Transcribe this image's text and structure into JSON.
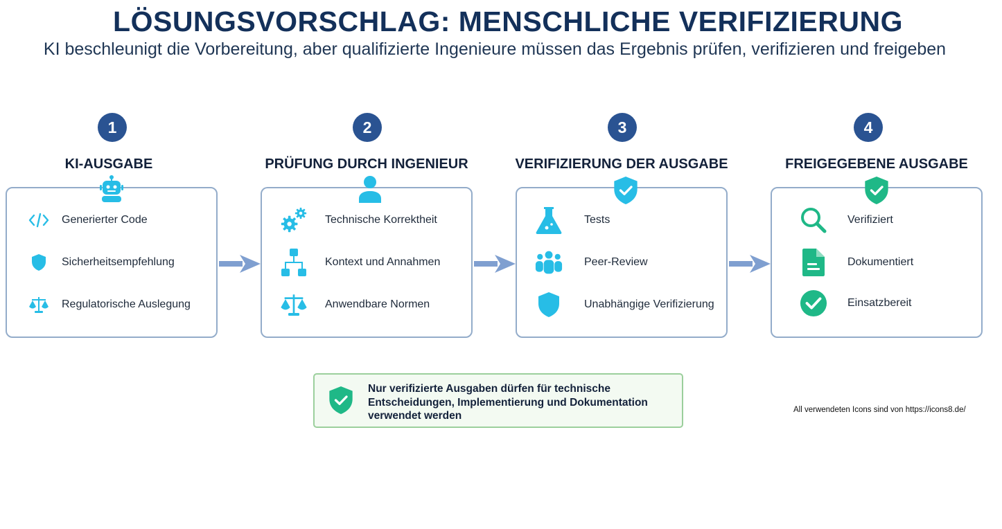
{
  "title": "LÖSUNGSVORSCHLAG: MENSCHLICHE VERIFIZIERUNG",
  "subtitle": "KI beschleunigt die Vorbereitung, aber qualifizierte Ingenieure müssen das Ergebnis prüfen, verifizieren und freigeben",
  "colors": {
    "title": "#13305a",
    "step_circle": "#2a5392",
    "icon_blue": "#27bde6",
    "icon_green": "#1fb887",
    "arrow": "#7f9fd0",
    "card_border": "#93acca"
  },
  "steps": [
    {
      "number": "1",
      "title": "KI-AUSGABE",
      "badge_icon": "robot-icon",
      "items": [
        {
          "label": "Generierter Code",
          "icon": "code-icon"
        },
        {
          "label": "Sicherheitsempfehlung",
          "icon": "shield-icon"
        },
        {
          "label": "Regulatorische Auslegung",
          "icon": "scales-icon"
        }
      ]
    },
    {
      "number": "2",
      "title": "PRÜFUNG DURCH INGENIEUR",
      "badge_icon": "person-icon",
      "items": [
        {
          "label": "Technische Korrektheit",
          "icon": "gears-icon"
        },
        {
          "label": "Kontext und Annahmen",
          "icon": "hierarchy-icon"
        },
        {
          "label": "Anwendbare Normen",
          "icon": "scales-icon"
        }
      ]
    },
    {
      "number": "3",
      "title": "VERIFIZIERUNG DER AUSGABE",
      "badge_icon": "shield-check-icon",
      "items": [
        {
          "label": "Tests",
          "icon": "flask-icon"
        },
        {
          "label": "Peer-Review",
          "icon": "group-icon"
        },
        {
          "label": "Unabhängige Verifizierung",
          "icon": "shield-icon"
        }
      ]
    },
    {
      "number": "4",
      "title": "FREIGEGEBENE AUSGABE",
      "badge_icon": "shield-check-icon",
      "items": [
        {
          "label": "Verifiziert",
          "icon": "magnifier-icon"
        },
        {
          "label": "Dokumentiert",
          "icon": "document-icon"
        },
        {
          "label": "Einsatzbereit",
          "icon": "check-circle-icon"
        }
      ]
    }
  ],
  "note": {
    "icon": "shield-check-icon",
    "text": "Nur verifizierte Ausgaben dürfen für technische Entscheidungen, Implementierung und Dokumentation verwendet werden"
  },
  "credit": "All verwendeten Icons sind von https://icons8.de/"
}
